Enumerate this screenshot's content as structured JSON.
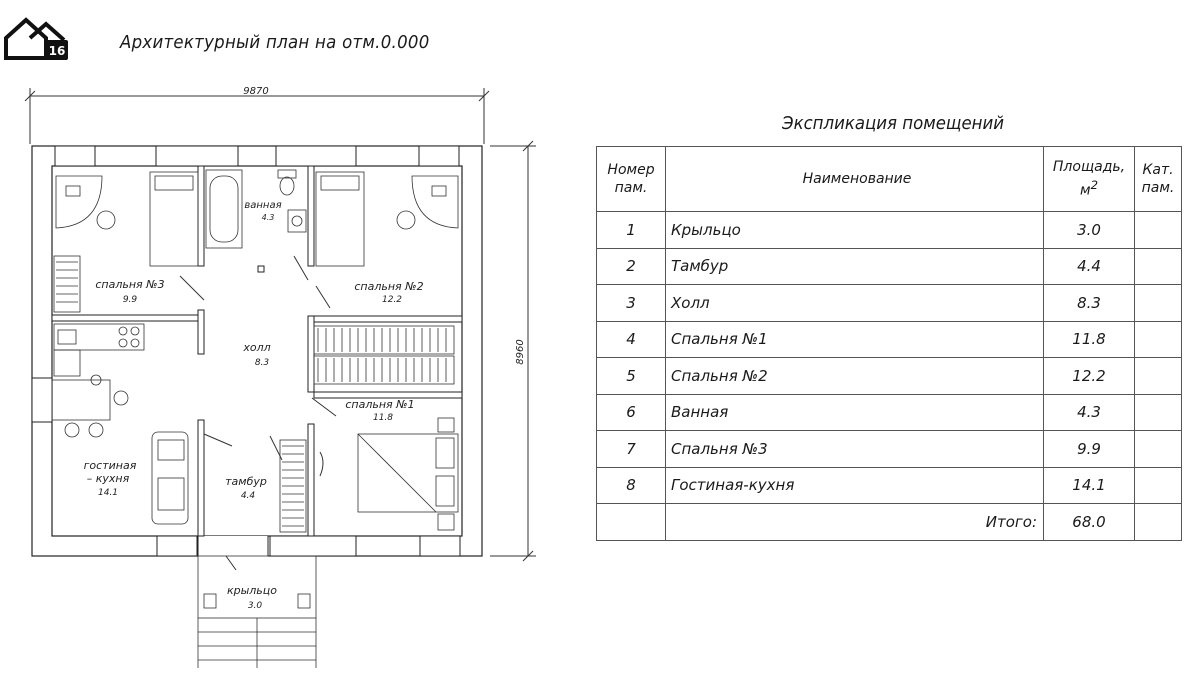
{
  "header": {
    "logo_text": "16",
    "title": "Архитектурный план на отм.0.000"
  },
  "plan": {
    "dim_width": "9870",
    "dim_height": "8960",
    "rooms": [
      {
        "name": "ванная",
        "area": "4.3"
      },
      {
        "name": "спальня №3",
        "area": "9.9"
      },
      {
        "name": "спальня №2",
        "area": "12.2"
      },
      {
        "name": "холл",
        "area": "8.3"
      },
      {
        "name": "спальня №1",
        "area": "11.8"
      },
      {
        "name_line1": "гостиная",
        "name_line2": "– кухня",
        "area": "14.1"
      },
      {
        "name": "тамбур",
        "area": "4.4"
      },
      {
        "name": "крыльцо",
        "area": "3.0"
      }
    ]
  },
  "explication": {
    "title": "Экспликация помещений",
    "headers": {
      "num_line1": "Номер",
      "num_line2": "пам.",
      "name": "Наименование",
      "area_line1": "Площадь,",
      "area_line2": "м",
      "area_sup": "2",
      "cat_line1": "Кат.",
      "cat_line2": "пам."
    },
    "rows": [
      {
        "num": "1",
        "name": "Крыльцо",
        "area": "3.0",
        "cat": ""
      },
      {
        "num": "2",
        "name": "Тамбур",
        "area": "4.4",
        "cat": ""
      },
      {
        "num": "3",
        "name": "Холл",
        "area": "8.3",
        "cat": ""
      },
      {
        "num": "4",
        "name": "Спальня №1",
        "area": "11.8",
        "cat": ""
      },
      {
        "num": "5",
        "name": "Спальня №2",
        "area": "12.2",
        "cat": ""
      },
      {
        "num": "6",
        "name": "Ванная",
        "area": "4.3",
        "cat": ""
      },
      {
        "num": "7",
        "name": "Спальня №3",
        "area": "9.9",
        "cat": ""
      },
      {
        "num": "8",
        "name": "Гостиная-кухня",
        "area": "14.1",
        "cat": ""
      }
    ],
    "total_label": "Итого:",
    "total_value": "68.0"
  }
}
